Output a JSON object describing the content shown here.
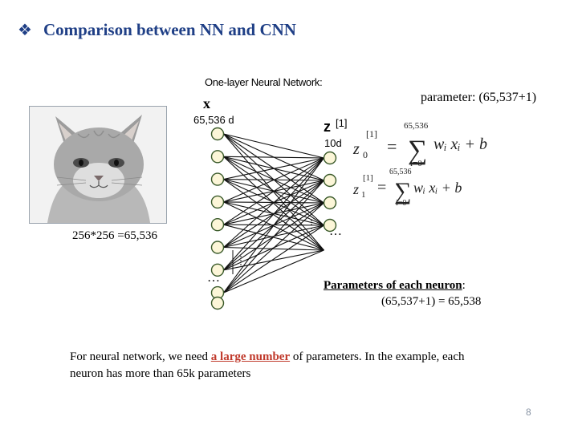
{
  "slide": {
    "bullet": "❖",
    "title": "Comparison between NN and CNN",
    "subtitle": "One-layer Neural Network:",
    "parameter_top": "parameter: (65,537+1)",
    "page_number": "8"
  },
  "network": {
    "input_label": "x",
    "input_dim": "65,536 d",
    "output_label": "z",
    "output_superscript": "[1]",
    "output_dim": "10d",
    "input_ellipsis": "…",
    "hidden_ellipsis": "…",
    "visible_input_nodes": 8,
    "visible_output_nodes": 4
  },
  "image": {
    "size_caption": "256*256 =65,536"
  },
  "formulas": [
    {
      "lhs": "z",
      "sub": "0",
      "sup": "[1]",
      "upper": "65,536",
      "lower": "i=0",
      "term": "wᵢ xᵢ + b"
    },
    {
      "lhs": "z",
      "sub": "1",
      "sup": "[1]",
      "upper": "65,536",
      "lower": "i=0",
      "term": "wᵢ xᵢ + b"
    }
  ],
  "params_box": {
    "heading": "Parameters of each neuron",
    "colon": ":",
    "value": "(65,537+1) = 65,538"
  },
  "note": {
    "before": "For neural network, we need ",
    "highlight": "a large number",
    "after": " of parameters. In the example, each neuron has more than 65k parameters"
  },
  "colors": {
    "title": "#1f3f86",
    "node_fill": "#fcf6d8",
    "node_stroke": "#3a5a2a",
    "highlight": "#c0392b"
  },
  "icons": {
    "bullet": "diamond-bullet-icon",
    "photo": "cat-photo"
  }
}
